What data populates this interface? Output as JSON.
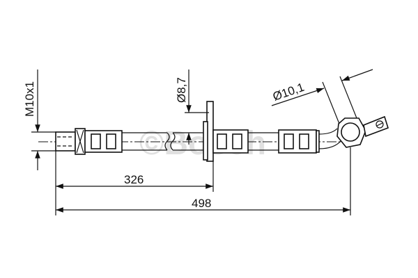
{
  "drawing": {
    "dimensions": {
      "thread": "M10x1",
      "hose_diameter": "Ø8,7",
      "banjo_diameter": "Ø10,1",
      "length_to_bracket": "326",
      "overall_length": "498"
    },
    "watermark": "©Bosch",
    "colors": {
      "line": "#111111",
      "watermark": "#bbbbbb"
    }
  }
}
